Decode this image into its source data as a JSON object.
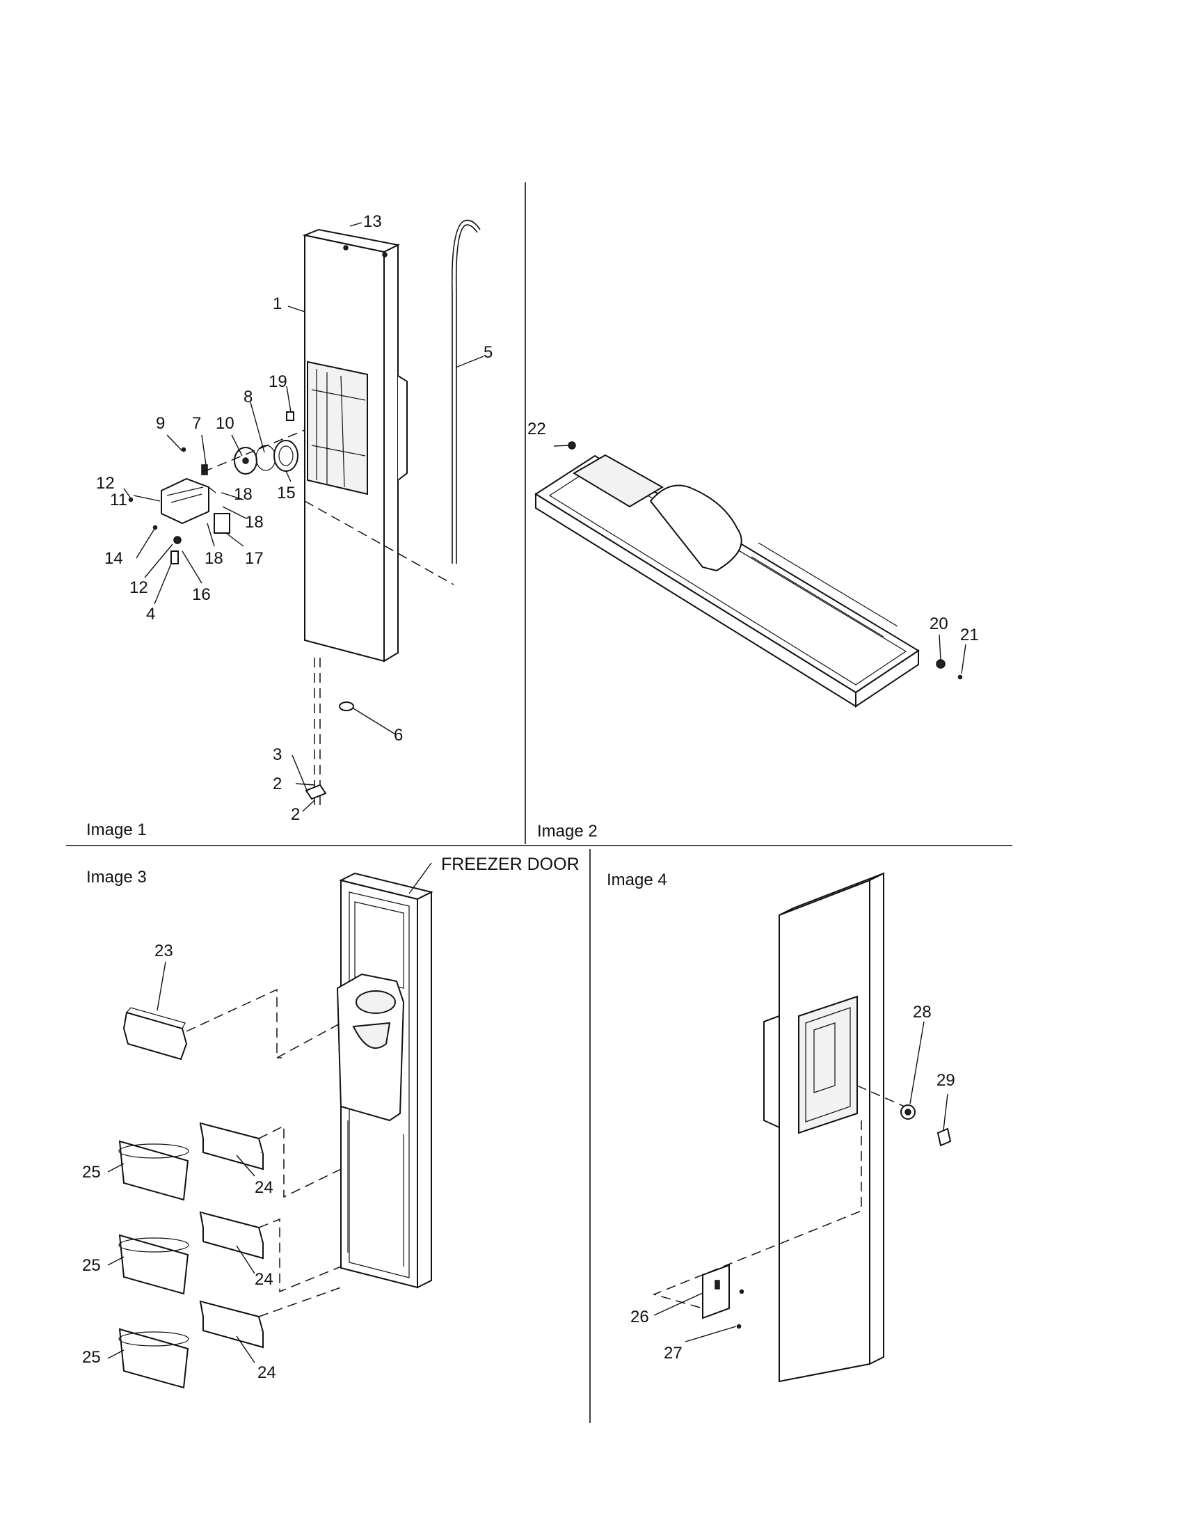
{
  "panels": [
    {
      "id": "image1",
      "label": "Image 1"
    },
    {
      "id": "image2",
      "label": "Image 2"
    },
    {
      "id": "image3",
      "label": "Image 3"
    },
    {
      "id": "image4",
      "label": "Image 4"
    }
  ],
  "notes": {
    "freezer_door": "FREEZER DOOR"
  },
  "callouts": {
    "c1": "1",
    "c2a": "2",
    "c2b": "2",
    "c3": "3",
    "c4": "4",
    "c5": "5",
    "c6": "6",
    "c7": "7",
    "c8": "8",
    "c9": "9",
    "c10": "10",
    "c11": "11",
    "c12a": "12",
    "c12b": "12",
    "c13": "13",
    "c14": "14",
    "c15": "15",
    "c16": "16",
    "c17": "17",
    "c18a": "18",
    "c18b": "18",
    "c18c": "18",
    "c19": "19",
    "c20": "20",
    "c21": "21",
    "c22": "22",
    "c23": "23",
    "c24a": "24",
    "c24b": "24",
    "c24c": "24",
    "c25a": "25",
    "c25b": "25",
    "c25c": "25",
    "c26": "26",
    "c27": "27",
    "c28": "28",
    "c29": "29"
  }
}
